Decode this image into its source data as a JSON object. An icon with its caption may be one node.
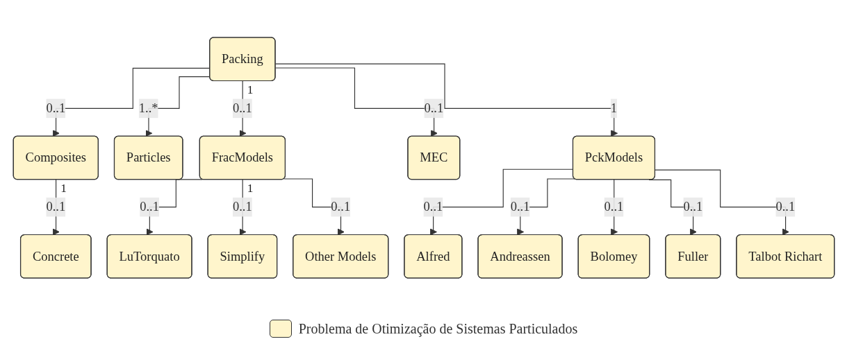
{
  "diagram": {
    "nodes": [
      {
        "text": [
          "Packing"
        ],
        "beside": [
          "1"
        ]
      },
      {
        "text": [
          "Composites"
        ],
        "beside": [
          "1"
        ]
      },
      {
        "text": [
          "Particles"
        ]
      },
      {
        "text": [
          "FracModels"
        ],
        "beside": [
          "1"
        ]
      },
      {
        "text": [
          "MEC"
        ]
      },
      {
        "text": [
          "PckModels"
        ]
      },
      {
        "text": [
          "Concrete"
        ]
      },
      {
        "text": [
          "LuTorquato"
        ]
      },
      {
        "text": [
          "Simplify"
        ]
      },
      {
        "text": [
          "Other Models"
        ]
      },
      {
        "text": [
          "Alfred"
        ]
      },
      {
        "text": [
          "Andreassen"
        ]
      },
      {
        "text": [
          "Bolomey"
        ]
      },
      {
        "text": [
          "Fuller"
        ]
      },
      {
        "text": [
          "Talbot Richart"
        ]
      }
    ],
    "edges": [
      {
        "from": 0,
        "to": 1,
        "arrow": "to",
        "label": "0..1"
      },
      {
        "from": 0,
        "to": 2,
        "arrow": "to",
        "label": "1..*"
      },
      {
        "from": 0,
        "to": 3,
        "arrow": "to",
        "label": "0..1"
      },
      {
        "from": 0,
        "to": 4,
        "arrow": "to",
        "label": "0..1"
      },
      {
        "from": 0,
        "to": 5,
        "arrow": "to",
        "label": "1"
      },
      {
        "from": 1,
        "to": 6,
        "arrow": "to",
        "label": "0..1"
      },
      {
        "from": 3,
        "to": 7,
        "arrow": "to",
        "label": "0..1"
      },
      {
        "from": 3,
        "to": 8,
        "arrow": "to",
        "label": "0..1"
      },
      {
        "from": 3,
        "to": 9,
        "arrow": "to",
        "label": "0..1"
      },
      {
        "from": 5,
        "to": 10,
        "arrow": "to",
        "label": "0..1"
      },
      {
        "from": 5,
        "to": 11,
        "arrow": "to",
        "label": "0..1"
      },
      {
        "from": 5,
        "to": 12,
        "arrow": "to",
        "label": "0..1"
      },
      {
        "from": 5,
        "to": 13,
        "arrow": "to",
        "label": "0..1"
      },
      {
        "from": 5,
        "to": 14,
        "arrow": "to",
        "label": "0..1"
      }
    ],
    "legend": [
      {
        "text": "Problema de Otimização de Sistemas Particulados",
        "color": "#fff5cc"
      }
    ]
  }
}
